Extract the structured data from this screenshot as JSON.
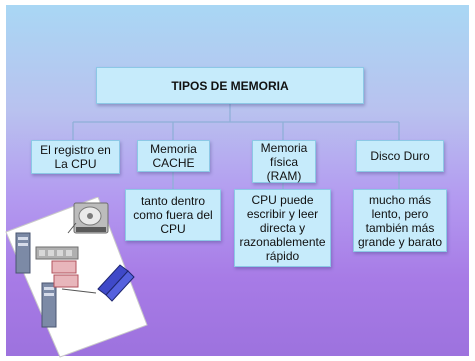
{
  "diagram": {
    "title": "TIPOS DE MEMORIA",
    "categories": [
      {
        "label": "El registro en La CPU"
      },
      {
        "label": "Memoria CACHE",
        "description": "tanto dentro como fuera del CPU"
      },
      {
        "label": "Memoria física (RAM)",
        "description": "CPU puede escribir y leer directa y razonablemente rápido"
      },
      {
        "label": "Disco Duro",
        "description": "mucho más lento, pero también más grande y barato"
      }
    ]
  },
  "colors": {
    "box_fill": "#c6ebfb",
    "connector": "#8fb0d8",
    "background_top": "#a9d7f4",
    "background_bottom": "#9d72de"
  }
}
